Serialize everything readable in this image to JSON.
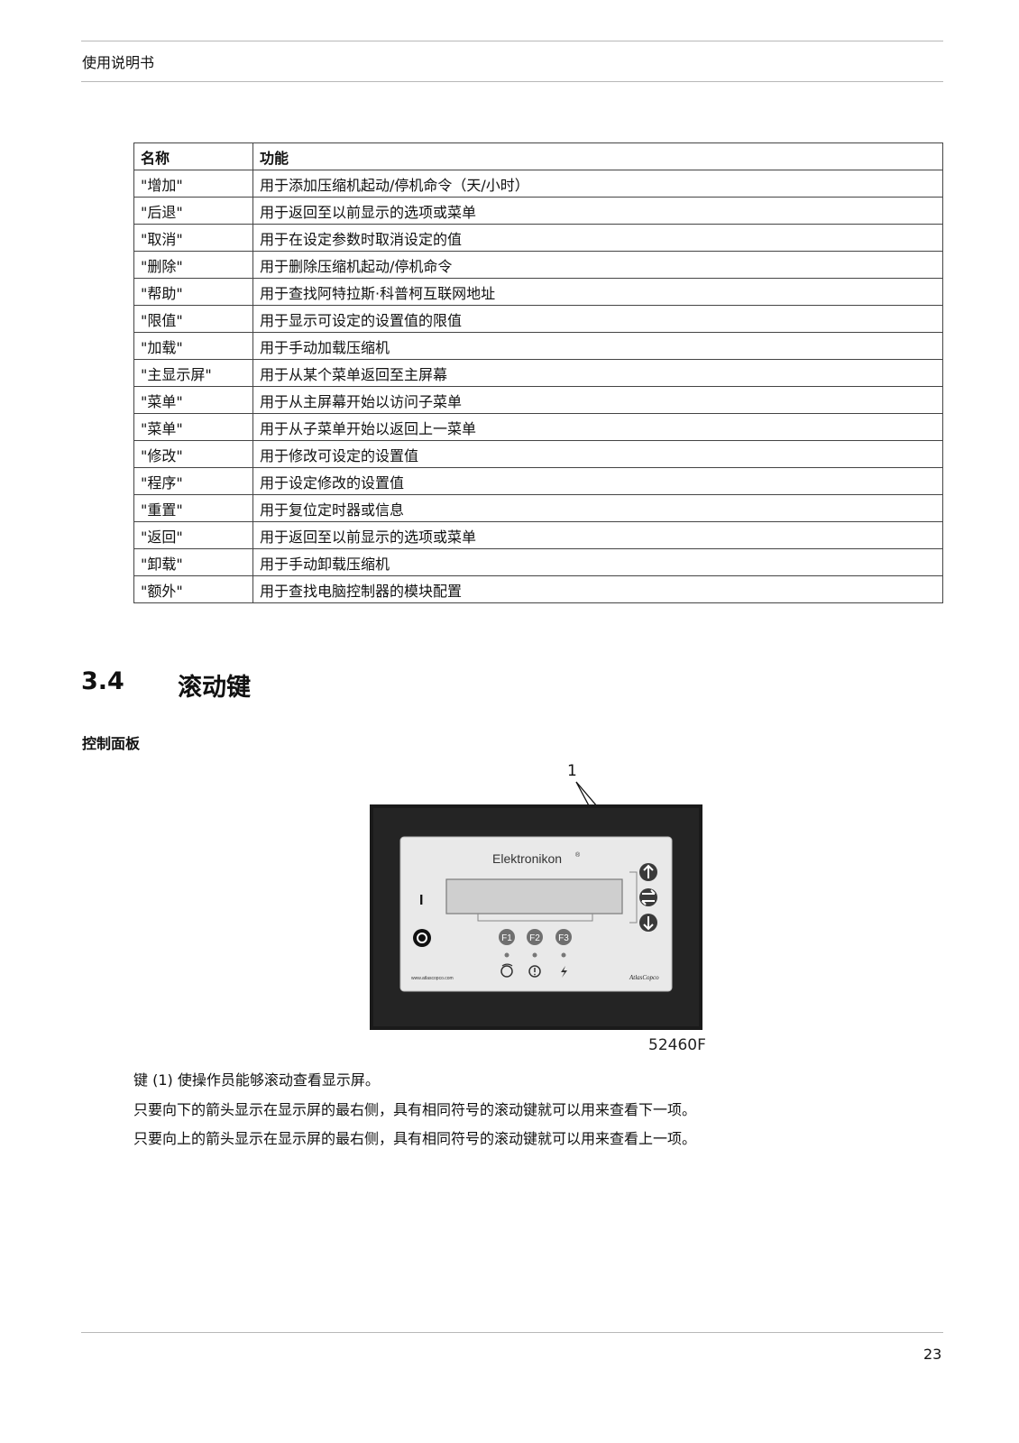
{
  "header": {
    "title": "使用说明书"
  },
  "table": {
    "headers": [
      "名称",
      "功能"
    ],
    "rows": [
      [
        "\"增加\"",
        "用于添加压缩机起动/停机命令（天/小时）"
      ],
      [
        "\"后退\"",
        "用于返回至以前显示的选项或菜单"
      ],
      [
        "\"取消\"",
        "用于在设定参数时取消设定的值"
      ],
      [
        "\"删除\"",
        "用于删除压缩机起动/停机命令"
      ],
      [
        "\"帮助\"",
        "用于查找阿特拉斯·科普柯互联网地址"
      ],
      [
        "\"限值\"",
        "用于显示可设定的设置值的限值"
      ],
      [
        "\"加载\"",
        "用于手动加载压缩机"
      ],
      [
        "\"主显示屏\"",
        "用于从某个菜单返回至主屏幕"
      ],
      [
        "\"菜单\"",
        "用于从主屏幕开始以访问子菜单"
      ],
      [
        "\"菜单\"",
        "用于从子菜单开始以返回上一菜单"
      ],
      [
        "\"修改\"",
        "用于修改可设定的设置值"
      ],
      [
        "\"程序\"",
        "用于设定修改的设置值"
      ],
      [
        "\"重置\"",
        "用于复位定时器或信息"
      ],
      [
        "\"返回\"",
        "用于返回至以前显示的选项或菜单"
      ],
      [
        "\"卸载\"",
        "用于手动卸载压缩机"
      ],
      [
        "\"额外\"",
        "用于查找电脑控制器的模块配置"
      ]
    ]
  },
  "section": {
    "number": "3.4",
    "title": "滚动键"
  },
  "subsection": {
    "title": "控制面板"
  },
  "figure": {
    "callout": "1",
    "brand": "Elektronikon",
    "brand_mark": "®",
    "start_symbol": "I",
    "fkeys": [
      "F1",
      "F2",
      "F3"
    ],
    "website": "www.atlascopco.com",
    "logo": "AtlasCopco",
    "code": "52460F"
  },
  "paragraphs": [
    "键 (1) 使操作员能够滚动查看显示屏。",
    "只要向下的箭头显示在显示屏的最右侧，具有相同符号的滚动键就可以用来查看下一项。",
    "只要向上的箭头显示在显示屏的最右侧，具有相同符号的滚动键就可以用来查看上一项。"
  ],
  "footer": {
    "page_number": "23"
  }
}
